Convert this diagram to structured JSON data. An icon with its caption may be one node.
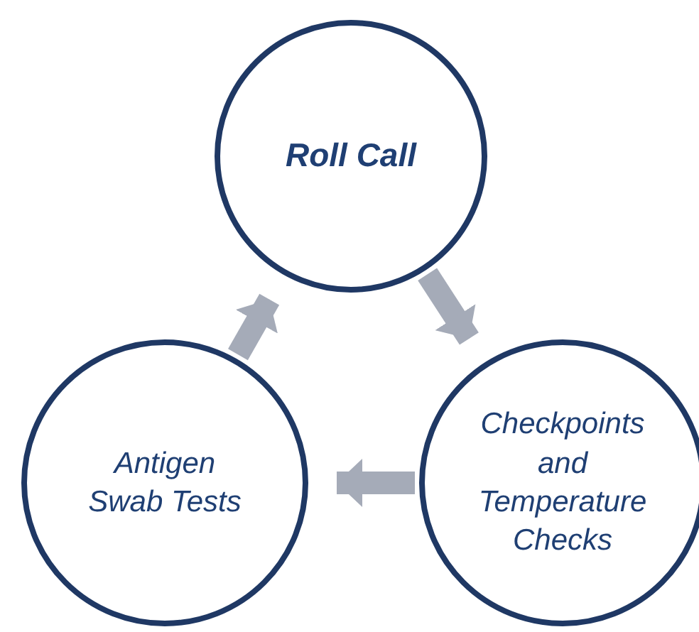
{
  "diagram": {
    "nodes": [
      {
        "text": [
          "Roll Call"
        ]
      },
      {
        "text": [
          "Checkpoints and Temperature Checks"
        ]
      },
      {
        "text": [
          "Antigen Swab Tests"
        ]
      }
    ],
    "edges": [
      {
        "from": 0,
        "to": 1,
        "arrow": "to"
      },
      {
        "from": 1,
        "to": 2,
        "arrow": "to"
      },
      {
        "from": 2,
        "to": 0,
        "arrow": "to"
      }
    ]
  }
}
